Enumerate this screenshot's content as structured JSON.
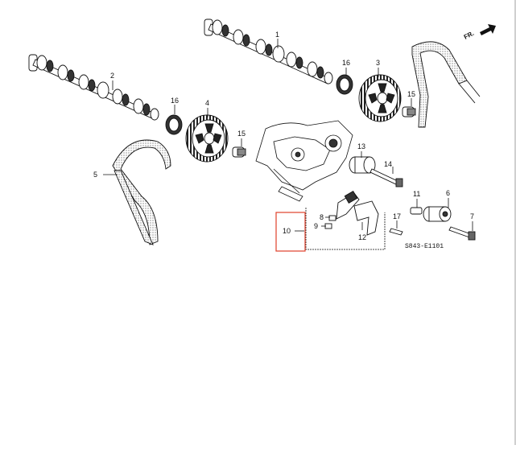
{
  "diagram": {
    "code": "S843-E1101",
    "direction_label": "FR.",
    "callouts": [
      {
        "id": "c1",
        "text": "1"
      },
      {
        "id": "c2",
        "text": "2"
      },
      {
        "id": "c3",
        "text": "3"
      },
      {
        "id": "c4",
        "text": "4"
      },
      {
        "id": "c5",
        "text": "5"
      },
      {
        "id": "c6",
        "text": "6"
      },
      {
        "id": "c7",
        "text": "7"
      },
      {
        "id": "c8",
        "text": "8"
      },
      {
        "id": "c9",
        "text": "9"
      },
      {
        "id": "c10",
        "text": "10"
      },
      {
        "id": "c11",
        "text": "11"
      },
      {
        "id": "c12",
        "text": "12"
      },
      {
        "id": "c13",
        "text": "13"
      },
      {
        "id": "c14",
        "text": "14"
      },
      {
        "id": "c15a",
        "text": "15"
      },
      {
        "id": "c15b",
        "text": "15"
      },
      {
        "id": "c16a",
        "text": "16"
      },
      {
        "id": "c16b",
        "text": "16"
      },
      {
        "id": "c17",
        "text": "17"
      }
    ],
    "highlight": {
      "callout": "10",
      "color": "#e0402a"
    },
    "colors": {
      "ink": "#111111",
      "stipple": "#555555",
      "paper": "#ffffff"
    }
  }
}
